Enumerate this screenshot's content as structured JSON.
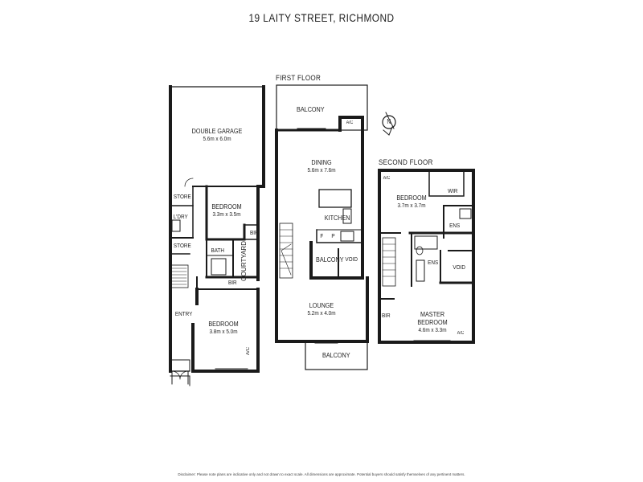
{
  "title": "19 LAITY STREET, RICHMOND",
  "floors": {
    "first": "FIRST FLOOR",
    "second": "SECOND FLOOR"
  },
  "ground": {
    "garage": {
      "name": "DOUBLE GARAGE",
      "dim": "5.6m x 6.0m"
    },
    "bedroom1": {
      "name": "BEDROOM",
      "dim": "3.3m x 3.5m"
    },
    "bedroom2": {
      "name": "BEDROOM",
      "dim": "3.8m x 5.0m"
    },
    "store1": "STORE",
    "store2": "STORE",
    "laundry": "L'DRY",
    "bath": "BATH",
    "bir1": "BIR",
    "bir2": "BIR",
    "courtyard": "COURTYARD",
    "entry": "ENTRY",
    "ac": "A/C"
  },
  "first": {
    "balcony_top": "BALCONY",
    "ac": "A/C",
    "dining": {
      "name": "DINING",
      "dim": "5.6m x 7.6m"
    },
    "kitchen": "KITCHEN",
    "f": "F",
    "p": "P",
    "balcony_mid": "BALCONY",
    "void": "VOID",
    "lounge": {
      "name": "LOUNGE",
      "dim": "5.2m x 4.0m"
    },
    "balcony_bottom": "BALCONY"
  },
  "second": {
    "ac_top": "A/C",
    "bedroom": {
      "name": "BEDROOM",
      "dim": "3.7m x 3.7m"
    },
    "wir": "WIR",
    "ens1": "ENS",
    "ens2": "ENS",
    "void": "VOID",
    "bir": "BIR",
    "master": {
      "name": "MASTER BEDROOM",
      "dim": "4.6m x 3.3m"
    },
    "ac_bottom": "A/C"
  },
  "compass": "N",
  "disclaimer": "Disclaimer: Please note plans are indicative only and not drawn to exact scale. All dimensions are approximate. Potential buyers should satisfy themselves of any pertinent matters."
}
